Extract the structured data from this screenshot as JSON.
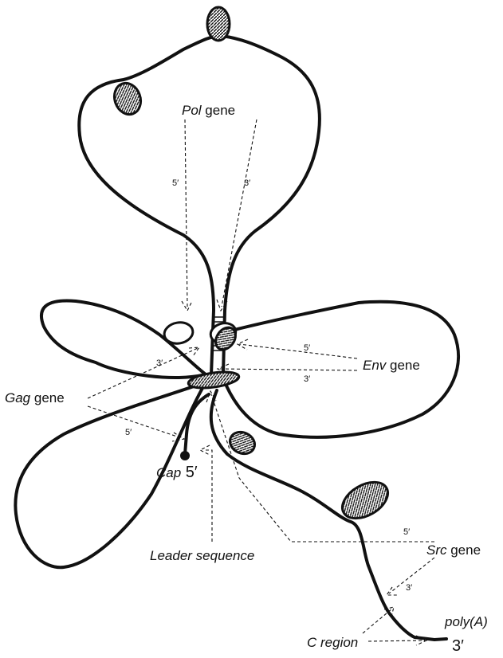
{
  "labels": {
    "pol_italic": "Pol",
    "pol_rest": " gene",
    "env_italic": "Env",
    "env_rest": " gene",
    "gag_italic": "Gag",
    "gag_rest": " gene",
    "src_italic": "Src",
    "src_rest": " gene",
    "cap_italic": "Cap",
    "cap_rest": " 5′",
    "leader": "Leader sequence",
    "c_region": "C region",
    "poly_a": "poly(A)",
    "three_prime": "3′"
  },
  "end_marks": {
    "pol_5": "5′",
    "pol_3": "3′",
    "env_5": "5′",
    "env_3": "3′",
    "gag_3": "3′",
    "gag_5": "5′",
    "src_5": "5′",
    "src_3": "3′"
  }
}
